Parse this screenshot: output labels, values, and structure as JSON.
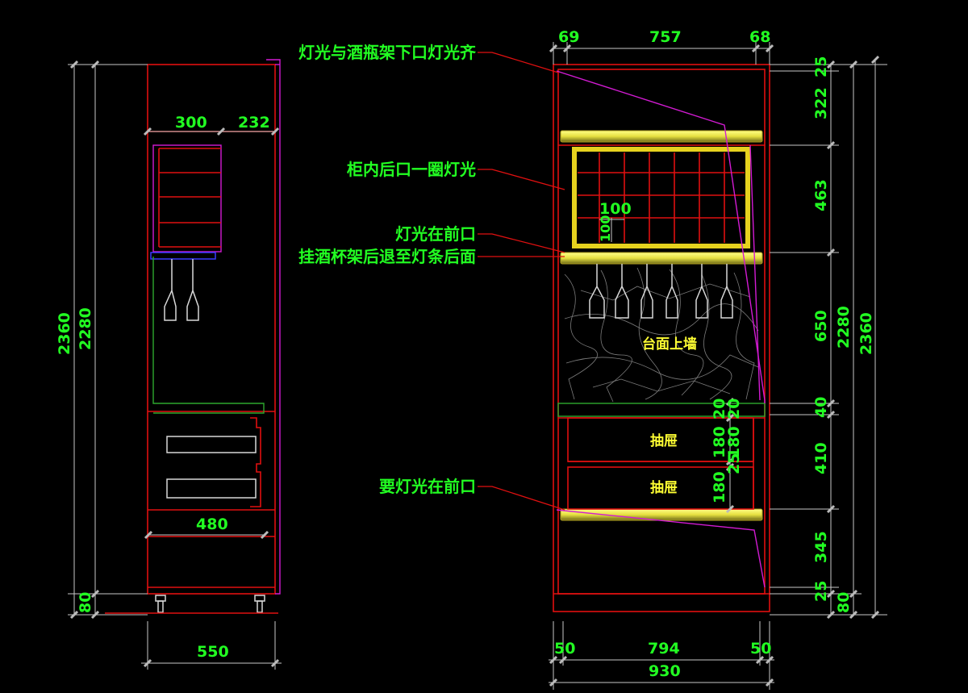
{
  "annotations": {
    "light_align": "灯光与酒瓶架下口灯光齐",
    "back_ring_light": "柜内后口一圈灯光",
    "light_front": "灯光在前口",
    "glass_rack_recess": "挂酒杯架后退至灯条后面",
    "need_light_front": "要灯光在前口"
  },
  "labels": {
    "countertop_wall": "台面上墙",
    "drawer_1": "抽屉",
    "drawer_2": "抽屉"
  },
  "side_view": {
    "top_left": "300",
    "top_right": "232",
    "total_height": "2360",
    "body_height": "2280",
    "foot_height": "80",
    "inner_width": "480",
    "total_width": "550"
  },
  "front_view": {
    "top_left": "69",
    "top_mid": "757",
    "top_right": "68",
    "grid_cell": "100",
    "grid_cell_v": "100",
    "drawer_gap_top": "20",
    "drawer_gap_top2": "20",
    "drawer_h1": "180",
    "drawer_gap": "25",
    "drawer_h2": "180",
    "bottom_left": "50",
    "bottom_mid": "794",
    "bottom_right": "50",
    "total_width": "930"
  },
  "height_dims": {
    "h_top": "25",
    "h_upper": "322",
    "h_rack": "463",
    "h_glass": "650",
    "h_counter": "40",
    "h_drawers": "410",
    "h_lower": "345",
    "h_bottom": "25",
    "h_foot": "80",
    "body_height": "2280",
    "total_height": "2360"
  },
  "colors": {
    "cabinet_line": "#e01010",
    "dimension_text": "#22ff22",
    "label_text": "#ffff33",
    "guide_line": "#d31bd3",
    "shelf_light": "#ffff66"
  }
}
